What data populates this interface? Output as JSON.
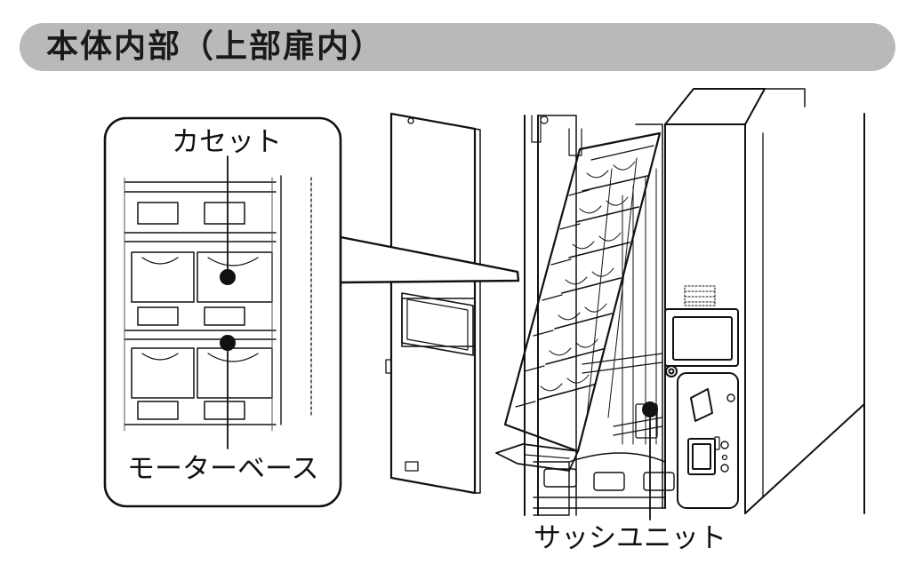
{
  "header": {
    "title": "本体内部（上部扉内）"
  },
  "callouts": {
    "cassette": "カセット",
    "motor_base": "モーターベース",
    "sash_unit": "サッシユニット"
  },
  "colors": {
    "header_bg": "#b9b9b9",
    "line": "#111111"
  }
}
